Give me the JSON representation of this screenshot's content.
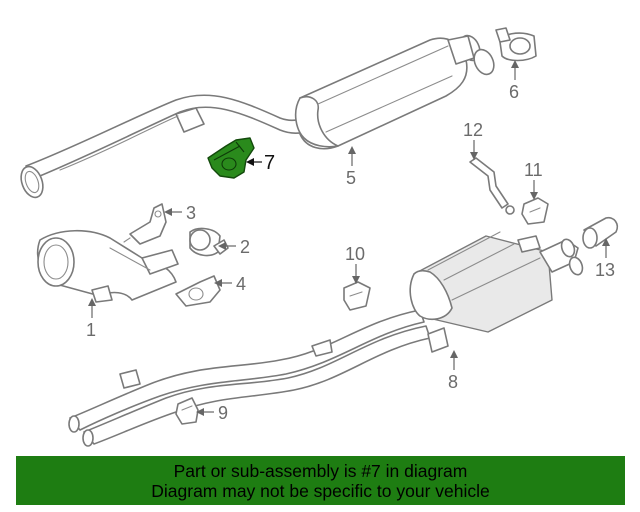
{
  "diagram": {
    "highlight_color": "#2a8a1c",
    "callouts": [
      {
        "id": "1",
        "label": "1"
      },
      {
        "id": "2",
        "label": "2"
      },
      {
        "id": "3",
        "label": "3"
      },
      {
        "id": "4",
        "label": "4"
      },
      {
        "id": "5",
        "label": "5"
      },
      {
        "id": "6",
        "label": "6"
      },
      {
        "id": "7",
        "label": "7",
        "highlighted": true
      },
      {
        "id": "8",
        "label": "8"
      },
      {
        "id": "9",
        "label": "9"
      },
      {
        "id": "10",
        "label": "10"
      },
      {
        "id": "11",
        "label": "11"
      },
      {
        "id": "12",
        "label": "12"
      },
      {
        "id": "13",
        "label": "13"
      }
    ]
  },
  "banner": {
    "line1": "Part or sub-assembly is #7 in diagram",
    "line2": "Diagram may not be specific to your vehicle",
    "background": "#1e7d12"
  }
}
